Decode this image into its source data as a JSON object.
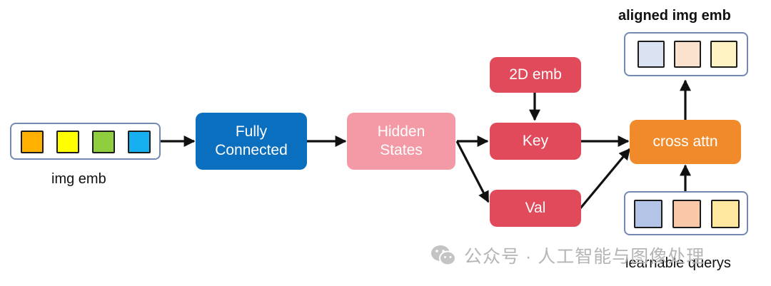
{
  "nodes": {
    "fully_connected": {
      "label_line1": "Fully",
      "label_line2": "Connected",
      "color": "#0b6fbf"
    },
    "hidden_states": {
      "label_line1": "Hidden",
      "label_line2": "States",
      "color": "#f39aa6"
    },
    "emb_2d": {
      "label": "2D emb",
      "color": "#e04a5a"
    },
    "key": {
      "label": "Key",
      "color": "#e04a5a"
    },
    "val": {
      "label": "Val",
      "color": "#e04a5a"
    },
    "cross_attn": {
      "label": "cross attn",
      "color": "#f08a2a"
    }
  },
  "embeddings": {
    "img_emb": {
      "label": "img emb",
      "cells": [
        "#ffb000",
        "#ffff00",
        "#8fce3f",
        "#16aff0"
      ]
    },
    "aligned_img_emb": {
      "label": "aligned img emb",
      "cells": [
        "#dbe3f3",
        "#fbe2cf",
        "#fff3c4"
      ]
    },
    "learnable_querys": {
      "label": "learnable querys",
      "cells": [
        "#b4c4e6",
        "#f9c8a8",
        "#ffe7a0"
      ]
    }
  },
  "watermark": {
    "text": "公众号 · 人工智能与图像处理",
    "icon": "wechat-icon"
  }
}
